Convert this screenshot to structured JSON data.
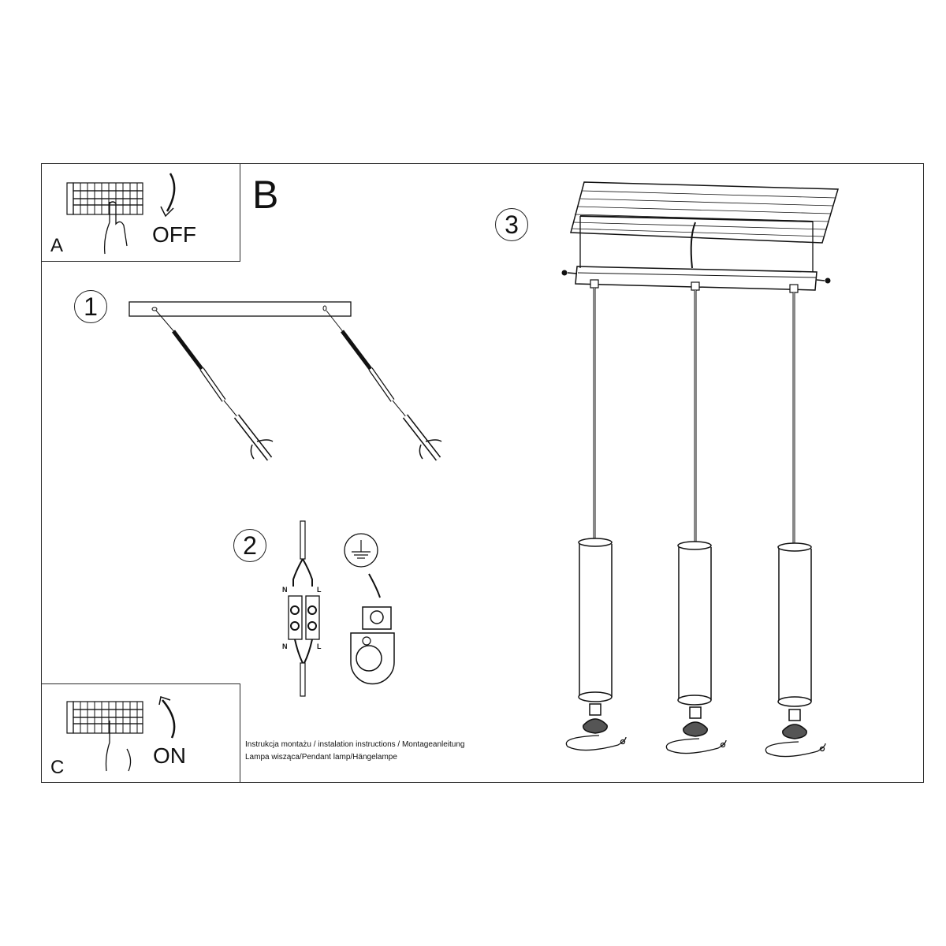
{
  "panels": {
    "a": {
      "letter": "A",
      "state": "OFF",
      "icon": "breaker-switch-off"
    },
    "b": {
      "letter": "B"
    },
    "c": {
      "letter": "C",
      "state": "ON",
      "icon": "breaker-switch-on"
    }
  },
  "steps": [
    {
      "number": "1",
      "description": "mounting-bar-with-screws-and-wall-plugs"
    },
    {
      "number": "2",
      "description": "wiring-terminal-and-ground-connection",
      "terminal_labels": {
        "top_left": "N",
        "top_right": "L",
        "bottom_left": "N",
        "bottom_right": "L"
      }
    },
    {
      "number": "3",
      "description": "three-pendant-lamps-hung-from-ceiling-canopy"
    }
  ],
  "caption": {
    "line1": "Instrukcja montażu / instalation instructions / Montageanleitung",
    "line2": "Lampa wisząca/Pendant lamp/Hängelampe"
  },
  "colors": {
    "line": "#1a1a1a",
    "background": "#ffffff"
  }
}
